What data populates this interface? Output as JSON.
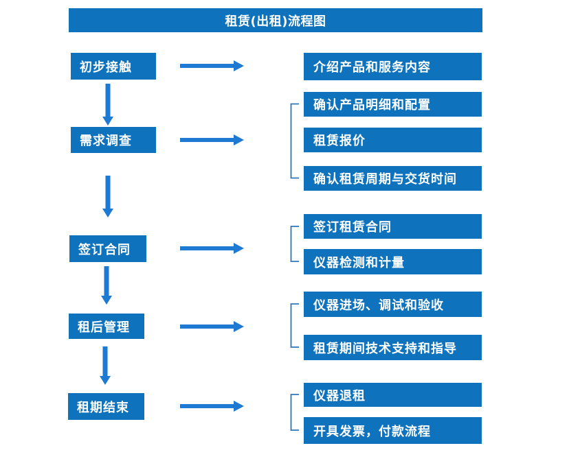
{
  "title": "租赁(出租)流程图",
  "colors": {
    "box": "#0E72BD",
    "arrow": "#1E79D2",
    "bracket": "#2E75B6",
    "box_text": "#FFFFFF",
    "background": "#FFFFFF"
  },
  "steps": [
    {
      "label": "初步接触",
      "outputs": [
        "介绍产品和服务内容"
      ]
    },
    {
      "label": "需求调查",
      "outputs": [
        "确认产品明细和配置",
        "租赁报价",
        "确认租赁周期与交货时间"
      ]
    },
    {
      "label": "签订合同",
      "outputs": [
        "签订租赁合同",
        "仪器检测和计量"
      ]
    },
    {
      "label": "租后管理",
      "outputs": [
        "仪器进场、调试和验收",
        "租赁期间技术支持和指导"
      ]
    },
    {
      "label": "租期结束",
      "outputs": [
        "仪器退租",
        "开具发票，付款流程"
      ]
    }
  ]
}
